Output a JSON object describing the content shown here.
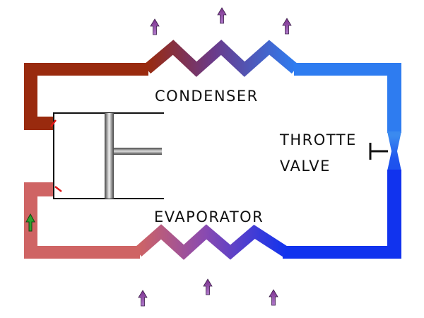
{
  "labels": {
    "condenser": "CONDENSER",
    "throttle_line1": "THROTTE",
    "throttle_line2": "VALVE",
    "evaporator": "EVAPORATOR"
  },
  "colors": {
    "hot_dark": "#992a0e",
    "hot_purple": "#6a3a8a",
    "cool_blue": "#2e7cf0",
    "cold_blue": "#1133ee",
    "warm_pink": "#cf6464",
    "arrow_purple": "#7a2f8c",
    "flow_arrow_green": "#2ea02e",
    "piston_gray": "#555555",
    "seal_red": "#e01818"
  },
  "icons": {
    "heat_arrows": "up-arrow-icon",
    "flow_arrow": "up-arrow-icon",
    "valve": "valve-symbol-icon",
    "piston": "piston-icon"
  }
}
